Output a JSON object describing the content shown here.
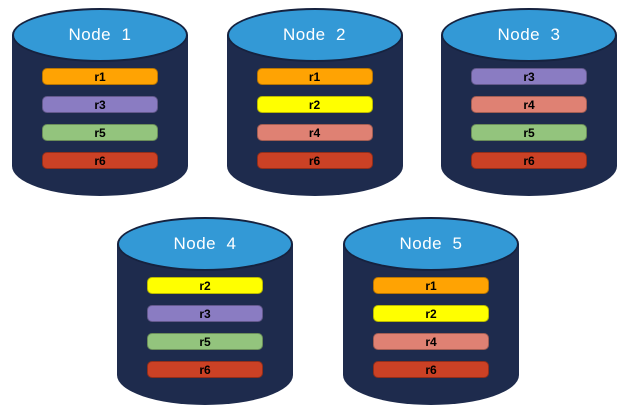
{
  "diagram": {
    "description": "Five database nodes with replica placement",
    "background": "#FFFFFF"
  },
  "colors": {
    "cylinder_body": "#1E2B4D",
    "cylinder_top": "#3399D6",
    "cylinder_outline": "#16223F",
    "node_label_text": "#FFFFFF",
    "bar_label_text": "#000000",
    "replicas": {
      "r1": "#FFA303",
      "r2": "#FFFF00",
      "r3": "#8A7CC2",
      "r4": "#DF8173",
      "r5": "#93C47D",
      "r6": "#CB4125"
    }
  },
  "nodes": [
    {
      "label": "Node  1",
      "replicas": [
        "r1",
        "r3",
        "r5",
        "r6"
      ]
    },
    {
      "label": "Node  2",
      "replicas": [
        "r1",
        "r2",
        "r4",
        "r6"
      ]
    },
    {
      "label": "Node  3",
      "replicas": [
        "r3",
        "r4",
        "r5",
        "r6"
      ]
    },
    {
      "label": "Node  4",
      "replicas": [
        "r2",
        "r3",
        "r5",
        "r6"
      ]
    },
    {
      "label": "Node  5",
      "replicas": [
        "r1",
        "r2",
        "r4",
        "r6"
      ]
    }
  ]
}
